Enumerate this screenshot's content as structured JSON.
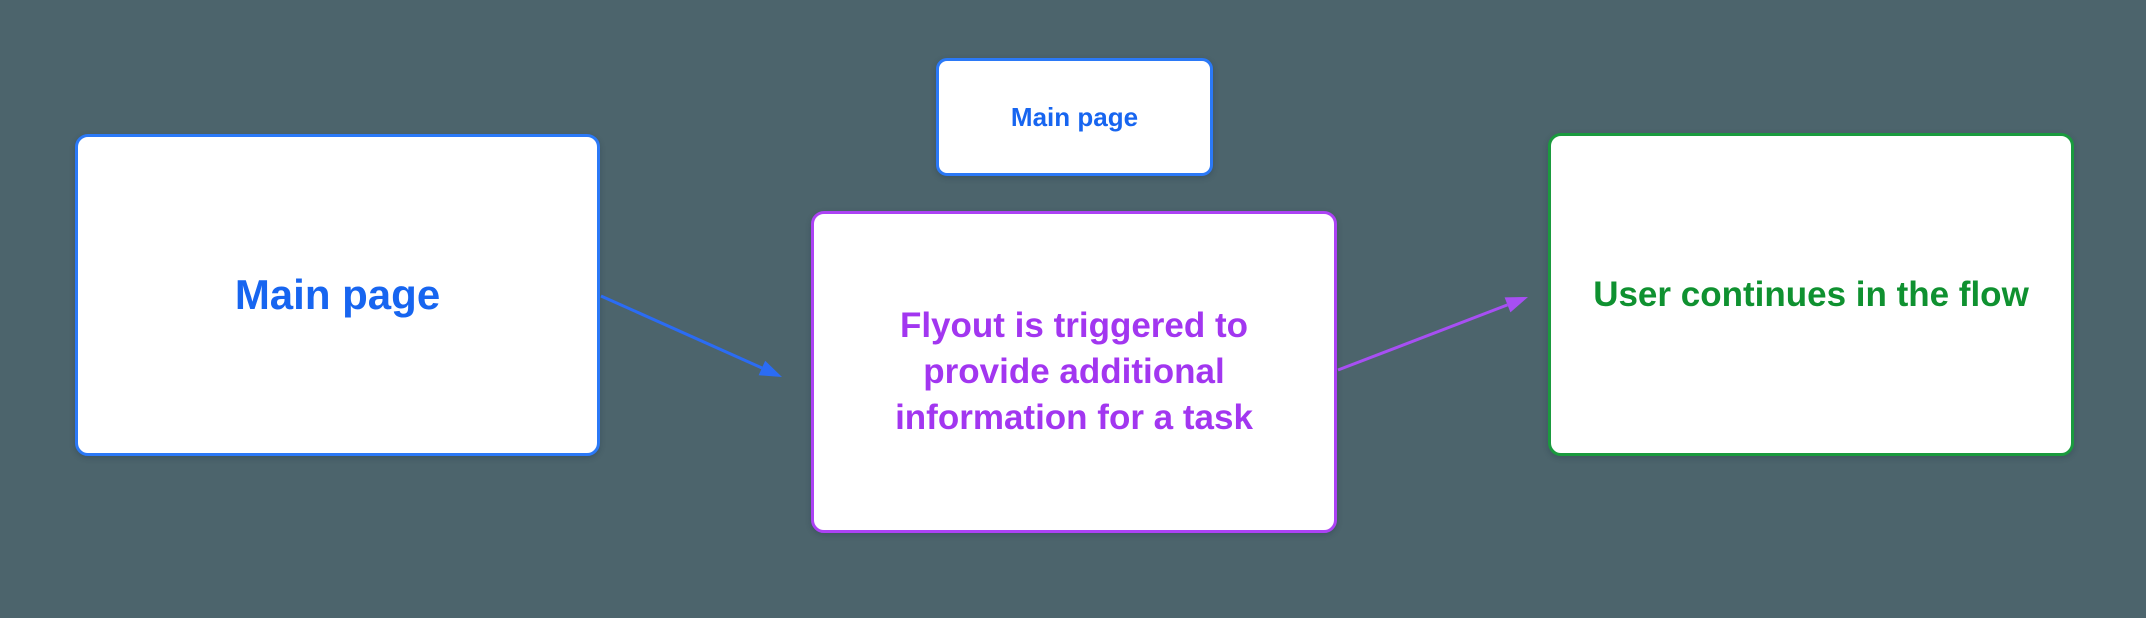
{
  "canvas": {
    "background_color": "#4C646C"
  },
  "nodes": {
    "main_large": {
      "label": "Main page",
      "text_color": "#1765F0",
      "border_color": "#2B79F7",
      "fill_color": "#FFFFFF"
    },
    "main_small": {
      "label": "Main page",
      "text_color": "#1765F0",
      "border_color": "#2B79F7",
      "fill_color": "#FFFFFF"
    },
    "flyout": {
      "label": "Flyout is triggered to provide additional information for a task",
      "text_color": "#A236F0",
      "border_color": "#AC42F4",
      "fill_color": "#FFFFFF"
    },
    "continue_flow": {
      "label": "User continues in the flow",
      "text_color": "#0F9130",
      "border_color": "#1A9A3E",
      "fill_color": "#FFFFFF"
    }
  },
  "connectors": {
    "main_to_flyout": {
      "color": "#2B6CF4"
    },
    "flyout_to_continue": {
      "color": "#A74FF3"
    }
  }
}
